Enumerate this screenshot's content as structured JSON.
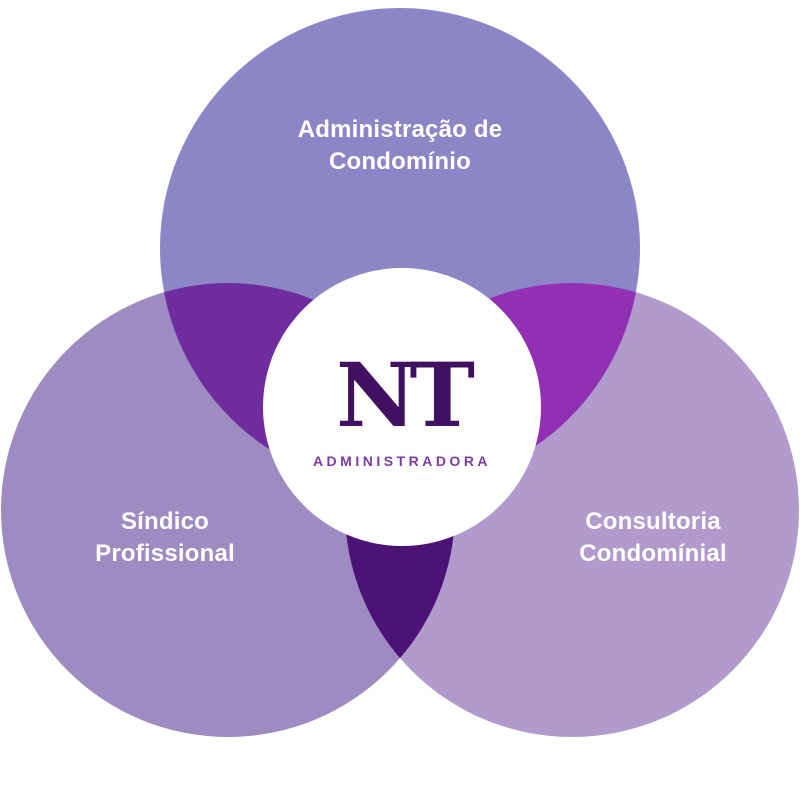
{
  "diagram": {
    "background_color": "#ffffff",
    "label_color": "#ffffff",
    "circles": [
      {
        "name": "administracao-de-condominio",
        "label_line1": "Administração de",
        "label_line2": "Condomínio",
        "color": "#8d86c6"
      },
      {
        "name": "sindico-profissional",
        "label_line1": "Síndico",
        "label_line2": "Profissional",
        "color": "#9d8bc1"
      },
      {
        "name": "consultoria-condominial",
        "label_line1": "Consultoria",
        "label_line2": "Condomínial",
        "color": "#b19bcd"
      }
    ],
    "overlaps": {
      "top_left": {
        "color": "#6e2c9f"
      },
      "top_right": {
        "color": "#9130b3"
      },
      "bottom": {
        "color": "#4c1276"
      }
    },
    "center": {
      "circle_color": "#ffffff",
      "logo_monogram": "NT",
      "logo_subtitle": "ADMINISTRADORA",
      "monogram_color": "#411060",
      "subtitle_color": "#7e3ba3"
    }
  }
}
